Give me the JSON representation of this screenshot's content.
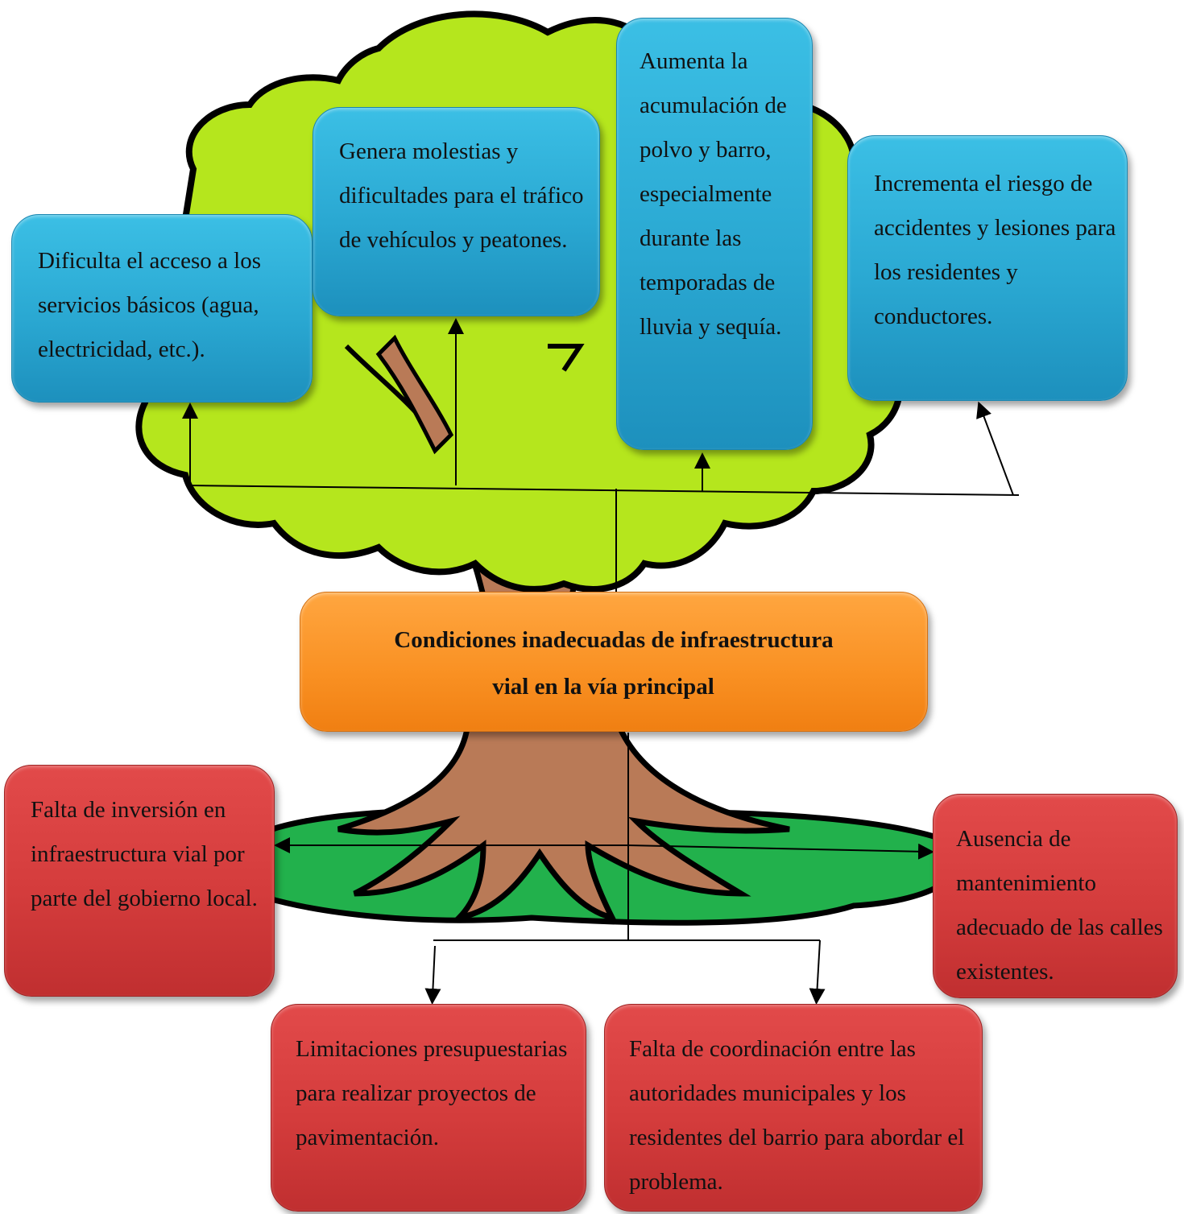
{
  "problem": {
    "line1": "Condiciones inadecuadas de infraestructura",
    "line2": "vial en la vía principal"
  },
  "effects": [
    "Dificulta el acceso a los servicios básicos (agua, electricidad, etc.).",
    "Genera molestias y dificultades para el tráfico de vehículos y peatones.",
    "Aumenta la acumulación de polvo y barro, especialmente durante las temporadas de lluvia y sequía.",
    "Incrementa el riesgo de accidentes y lesiones para los residentes y conductores."
  ],
  "causes": [
    "Falta de inversión en infraestructura vial por parte del gobierno local.",
    "Ausencia de mantenimiento adecuado de las calles existentes.",
    "Limitaciones presupuestarias para realizar proyectos de pavimentación.",
    "Falta de coordinación entre las autoridades municipales y los residentes del barrio para abordar el problema."
  ],
  "colors": {
    "effect_box": "#2aa8d2",
    "cause_box": "#d43c3c",
    "problem_box": "#f99022",
    "foliage": "#b5e61d",
    "trunk": "#b97a57",
    "grass": "#22b14c"
  }
}
